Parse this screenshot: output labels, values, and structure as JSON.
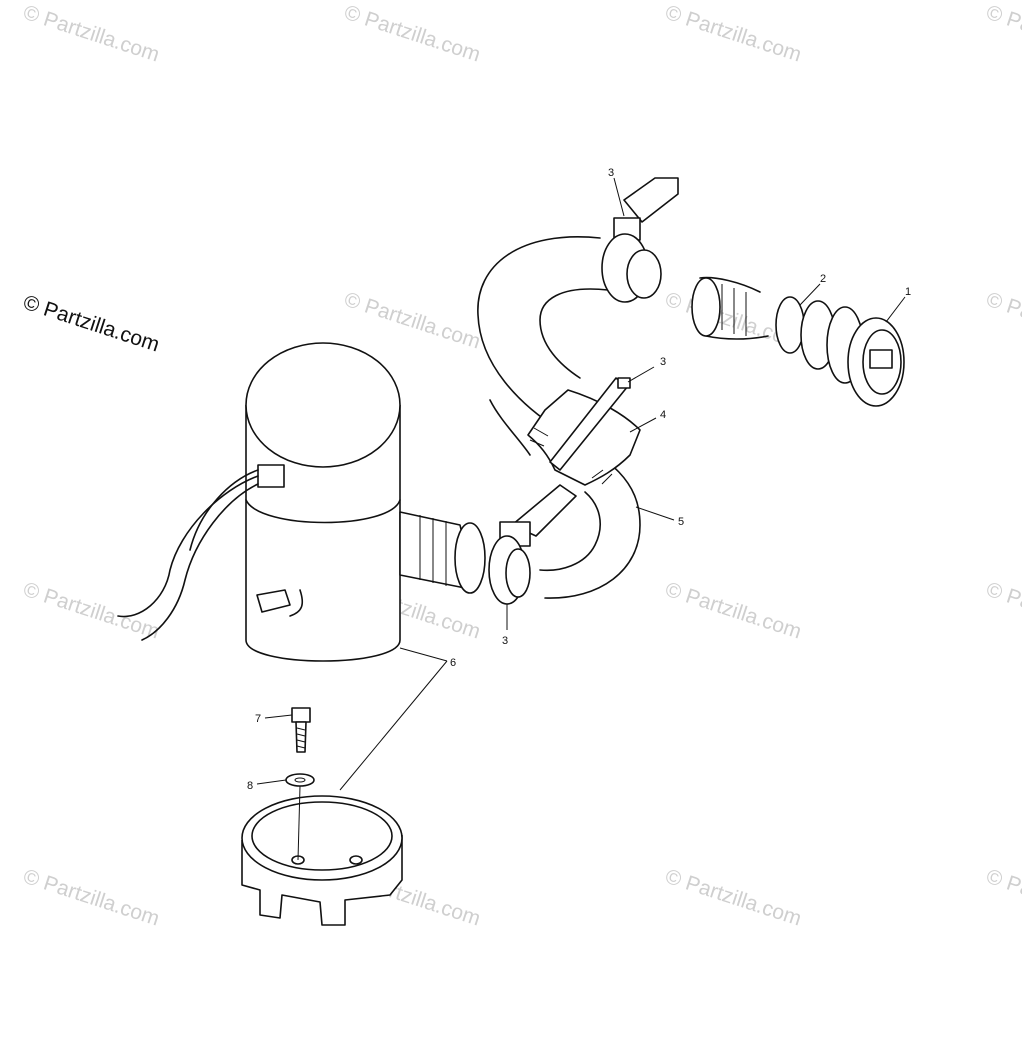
{
  "watermark": {
    "main_text": "© Partzilla.com",
    "faint_text": "© Partzilla.com",
    "faint_color": "#cfcfcf"
  },
  "callouts": {
    "c1": "1",
    "c2": "2",
    "c3_top": "3",
    "c3_mid": "3",
    "c3_bottom": "3",
    "c4": "4",
    "c5": "5",
    "c6": "6",
    "c7": "7",
    "c8": "8"
  }
}
